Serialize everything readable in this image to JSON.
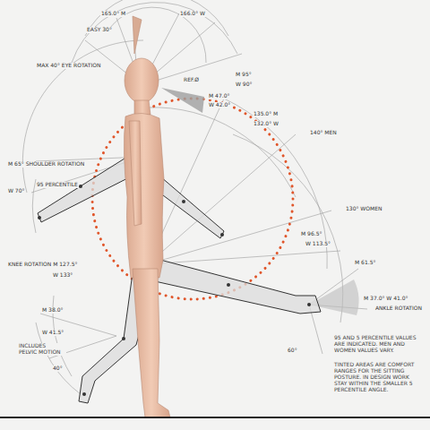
{
  "diagram": {
    "labels": [
      "165.0° M",
      "166.0° W",
      "EASY 30°",
      "MAX 40° EYE ROTATION",
      "REF.Ø",
      "M 95°",
      "W 90°",
      "M 47.0°",
      "W 42.0°",
      "140° MEN",
      "130° WOMEN",
      "M 65° SHOULDER ROTATION",
      "95 PERCENTILE",
      "W 70°",
      "KNEE ROTATION M 127.5°",
      "W 133°",
      "M 38.0°",
      "W 41.5°",
      "INCLUDES PELVIC MOTION",
      "M 96.5°",
      "W 113.5°",
      "M 61.5°",
      "M 37.0° W 41.0°",
      "ANKLE ROTATION",
      "95 AND 5 PERCENTILE VALUES ARE INDICATED. MEN AND WOMEN VALUES VARY.",
      "TINTED AREAS ARE COMFORT RANGES FOR THE SITTING POSTURE. IN DESIGN WORK STAY WITHIN THE SMALLER 5 PERCENTILE ANGLE.",
      "60°",
      "135.0° M",
      "132.0° W",
      "40°"
    ]
  }
}
